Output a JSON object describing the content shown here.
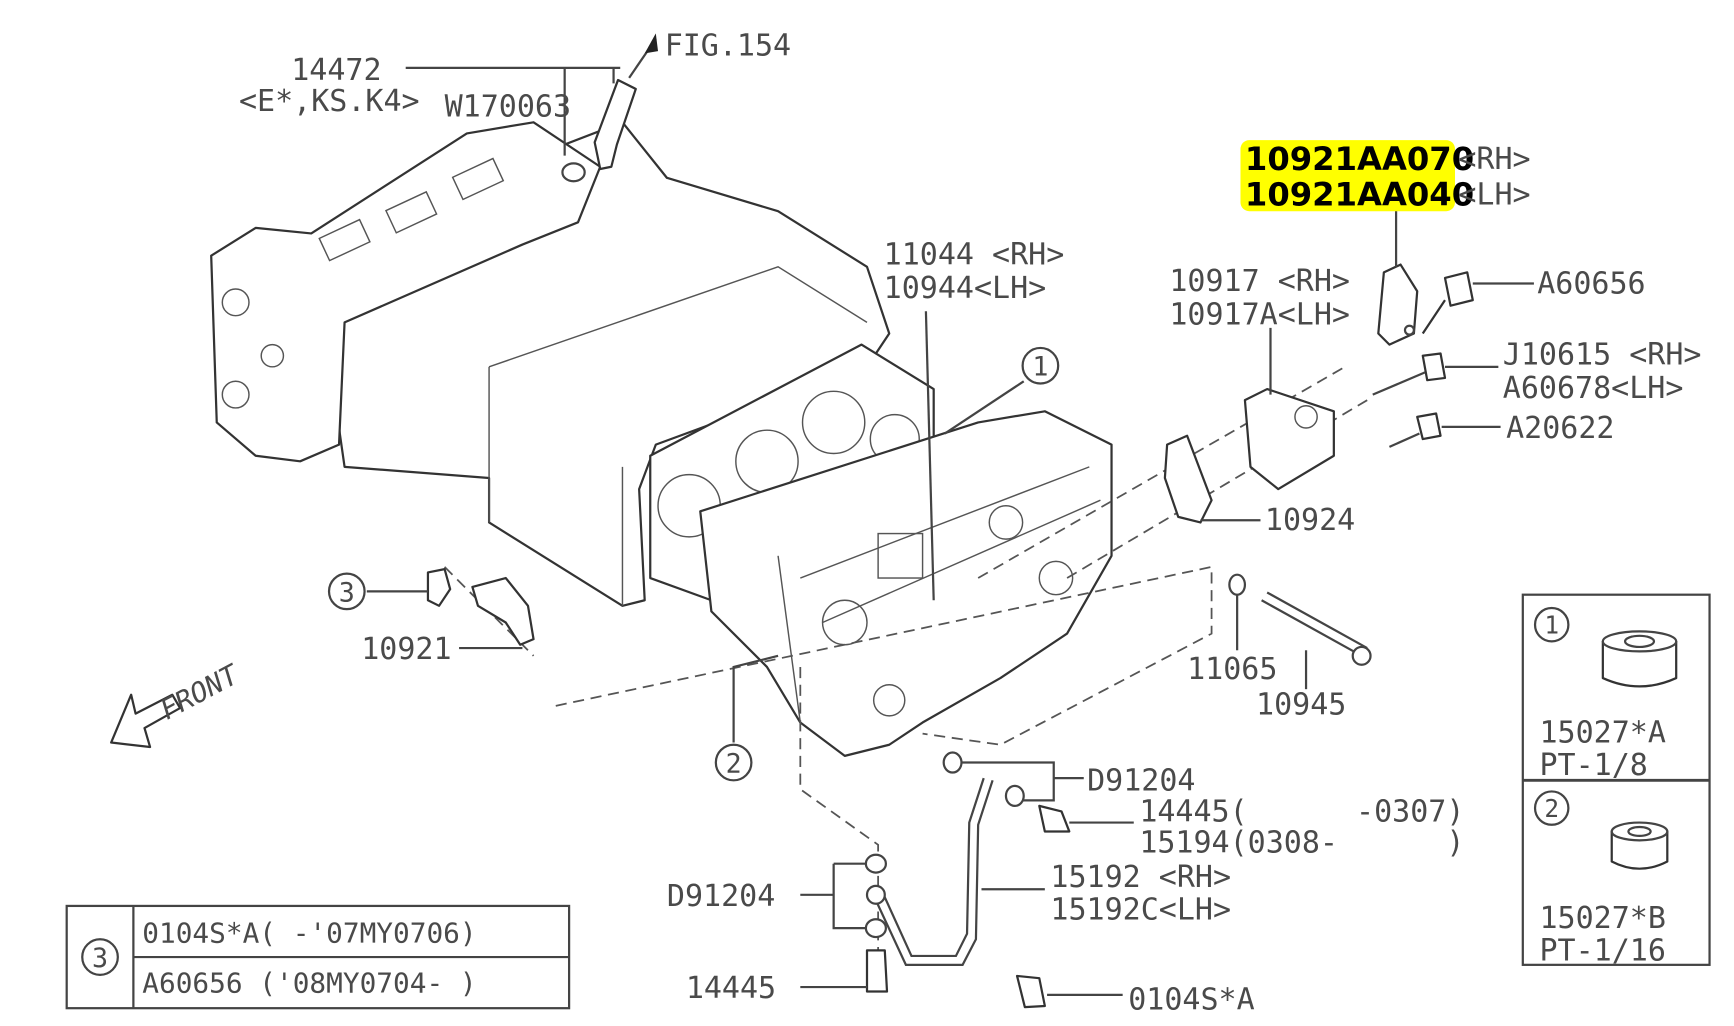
{
  "diagram": {
    "callouts": {
      "p14472": "14472",
      "p14472_note": "<E*,KS.K4>",
      "w170063": "W170063",
      "fig154": "FIG.154",
      "highlight_rh": "10921AA070",
      "highlight_rh_side": "<RH>",
      "highlight_lh": "10921AA040",
      "highlight_lh_side": "<LH>",
      "p11044": "11044 <RH>",
      "p10944": "10944<LH>",
      "p10917": "10917 <RH>",
      "p10917a": "10917A<LH>",
      "a60656": "A60656",
      "j10615": "J10615 <RH>",
      "a60678": "A60678<LH>",
      "a20622": "A20622",
      "p10924": "10924",
      "p10921": "10921",
      "front": "FRONT",
      "p11065": "11065",
      "p10945": "10945",
      "d91204_top": "D91204",
      "p14445_top": "14445(      -0307)",
      "p15194": "15194(0308-      )",
      "p15192": "15192 <RH>",
      "p15192c": "15192C<LH>",
      "d91204_left": "D91204",
      "p14445_bottom": "14445",
      "p0104s": "0104S*A",
      "ref1": "1",
      "ref2": "2",
      "ref3": "3"
    },
    "table_ref3": {
      "marker": "3",
      "rows": [
        "0104S*A( -'07MY0706)",
        "A60656 ('08MY0704- )"
      ]
    },
    "plug_table": [
      {
        "marker": "1",
        "part": "15027*A",
        "spec": "PT-1/8"
      },
      {
        "marker": "2",
        "part": "15027*B",
        "spec": "PT-1/16"
      }
    ],
    "highlight_color": "#ffff00"
  }
}
